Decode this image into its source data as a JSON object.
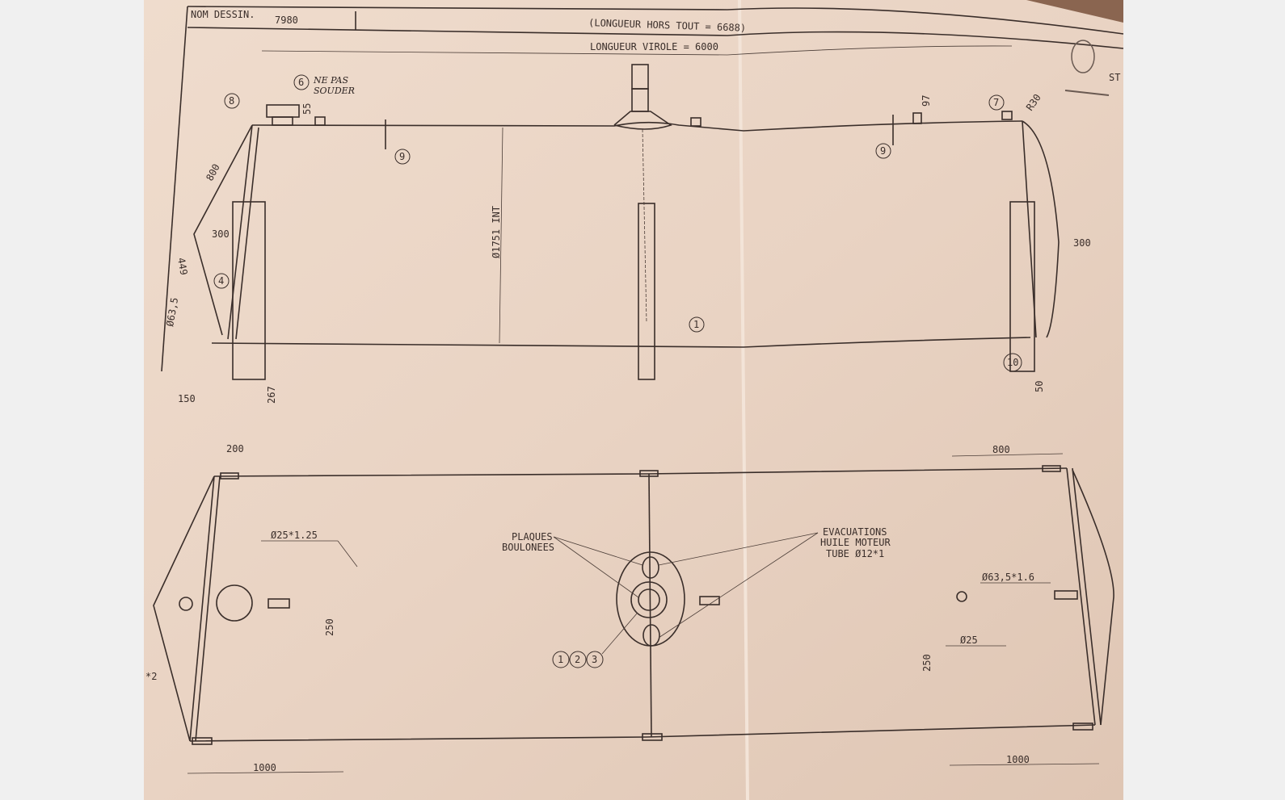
{
  "title_block": {
    "label": "NOM DESSIN.",
    "drawing_number": "7980"
  },
  "overall_length": "(LONGUEUR HORS TOUT = 6688)",
  "shell_length": "LONGUEUR VIROLE = 6000",
  "logo_text": "ST",
  "handwritten_note": [
    "NE PAS",
    "SOUDER"
  ],
  "side_view": {
    "diameter": "Ø1751 INT",
    "dims": {
      "d800": "800",
      "d300_left": "300",
      "d449": "449",
      "d63_5": "Ø63,5",
      "d150": "150",
      "d267": "267",
      "d55": "55",
      "d97": "97",
      "d300_right": "300",
      "d50": "50",
      "radius": "R30"
    },
    "balloons": [
      "8",
      "6",
      "9",
      "4",
      "1",
      "7",
      "9",
      "10"
    ]
  },
  "top_view": {
    "dims": {
      "d200": "200",
      "d25x1_25": "Ø25*1.25",
      "d250_left": "250",
      "d1000_left": "1000",
      "d800": "800",
      "d63_5x1_6": "Ø63,5*1.6",
      "d25": "Ø25",
      "d250_right": "250",
      "d1000_right": "1000",
      "x2": "*2"
    },
    "plates_label": [
      "PLAQUES",
      "BOULONEES"
    ],
    "drain_label": [
      "EVACUATIONS",
      "HUILE MOTEUR",
      "TUBE Ø12*1"
    ],
    "balloons": [
      "1",
      "2",
      "3"
    ]
  }
}
